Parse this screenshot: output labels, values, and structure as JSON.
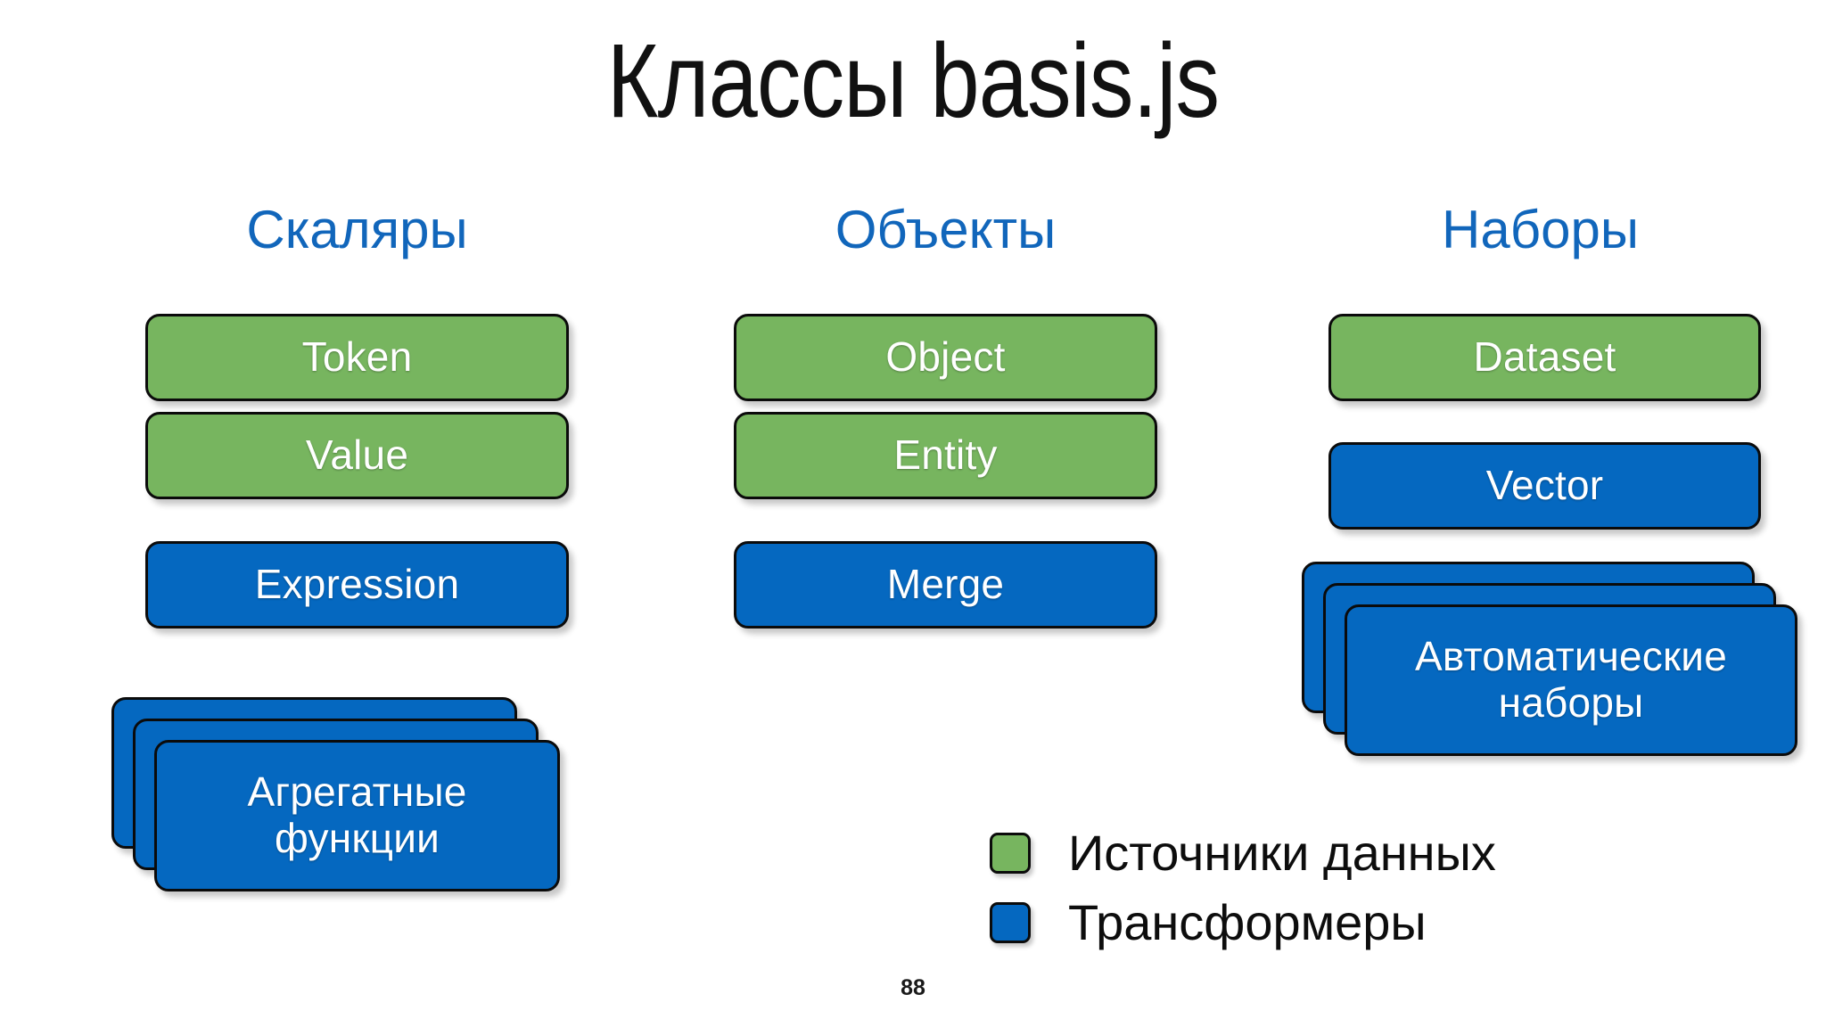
{
  "slide": {
    "title": "Классы basis.js",
    "page_number": "88",
    "background_color": "#ffffff"
  },
  "colors": {
    "data_source_green": "#77b55f",
    "transformer_blue": "#0568c0",
    "header_blue": "#1166bb",
    "box_border": "#0b0b0b",
    "box_text": "#ffffff"
  },
  "columns": [
    {
      "header": "Скаляры",
      "boxes": [
        {
          "label": "Token",
          "kind": "green",
          "stacked": false
        },
        {
          "label": "Value",
          "kind": "green",
          "stacked": false
        },
        {
          "label": "Expression",
          "kind": "blue",
          "stacked": false
        },
        {
          "label": "Агрегатные функции",
          "kind": "blue",
          "stacked": true,
          "stack_count": 3
        }
      ]
    },
    {
      "header": "Объекты",
      "boxes": [
        {
          "label": "Object",
          "kind": "green",
          "stacked": false
        },
        {
          "label": "Entity",
          "kind": "green",
          "stacked": false
        },
        {
          "label": "Merge",
          "kind": "blue",
          "stacked": false
        }
      ]
    },
    {
      "header": "Наборы",
      "boxes": [
        {
          "label": "Dataset",
          "kind": "green",
          "stacked": false
        },
        {
          "label": "Vector",
          "kind": "blue",
          "stacked": false
        },
        {
          "label": "Автоматические наборы",
          "kind": "blue",
          "stacked": true,
          "stack_count": 3
        }
      ]
    }
  ],
  "legend": {
    "items": [
      {
        "label": "Источники данных",
        "kind": "green"
      },
      {
        "label": "Трансформеры",
        "kind": "blue"
      }
    ]
  }
}
